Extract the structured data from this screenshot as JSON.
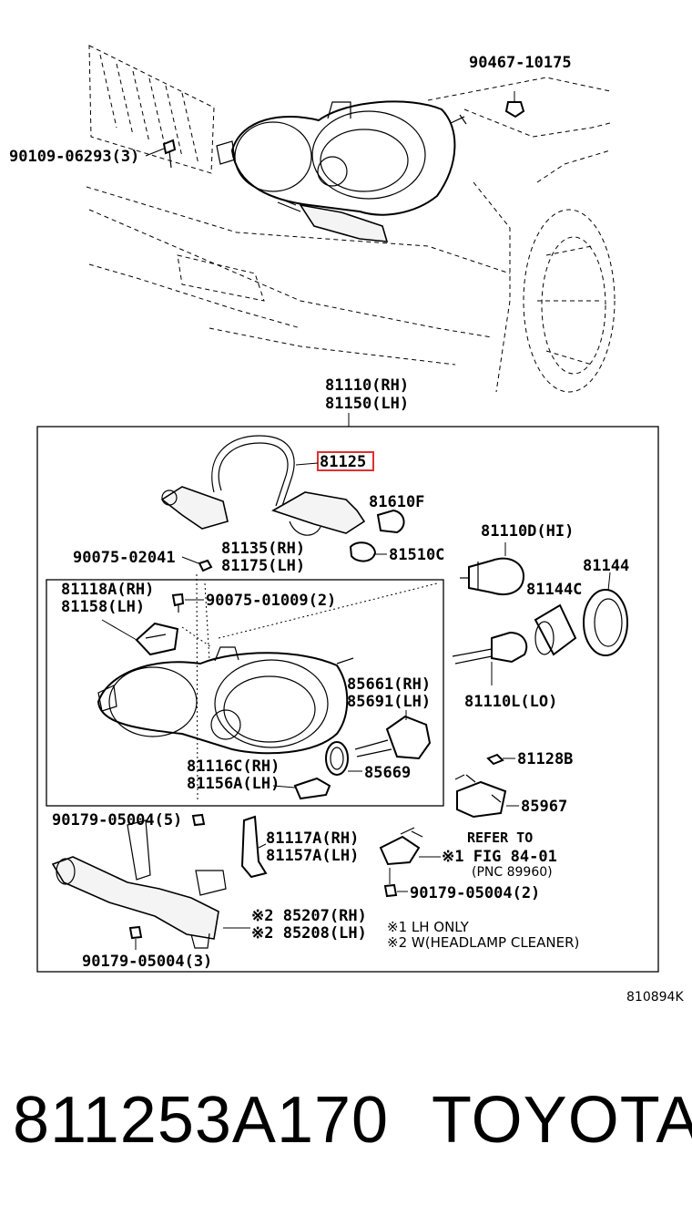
{
  "diagram": {
    "labels": {
      "l_90467": "90467-10175",
      "l_90109": "90109-06293(3)",
      "l_81110rh": "81110(RH)",
      "l_81150lh": "81150(LH)",
      "l_81125": "81125",
      "l_81610f": "81610F",
      "l_81510c": "81510C",
      "l_81110d": "81110D(HI)",
      "l_81144": "81144",
      "l_81144c": "81144C",
      "l_90075a": "90075-02041",
      "l_81135": "81135(RH)",
      "l_81175": "81175(LH)",
      "l_81118a": "81118A(RH)",
      "l_81158": "81158(LH)",
      "l_90075b": "90075-01009(2)",
      "l_85661": "85661(RH)",
      "l_85691": "85691(LH)",
      "l_81110l": "81110L(LO)",
      "l_81128b": "81128B",
      "l_81116c": "81116C(RH)",
      "l_81156a": "81156A(LH)",
      "l_85669": "85669",
      "l_85967": "85967",
      "l_90179a": "90179-05004(5)",
      "l_81117a": "81117A(RH)",
      "l_81157a": "81157A(LH)",
      "l_refer": "REFER TO",
      "l_fig": "※1 FIG 84-01",
      "l_pnc": "(PNC 89960)",
      "l_90179b": "90179-05004(2)",
      "l_85207": "※2 85207(RH)",
      "l_85208": "※2 85208(LH)",
      "l_note1": "※1 LH ONLY",
      "l_note2": "※2 W(HEADLAMP CLEANER)",
      "l_90179c": "90179-05004(3)",
      "l_code": "810894K"
    },
    "highlight_color": "#e03030"
  },
  "footer": {
    "part_number": "811253A170",
    "brand": "TOYOTA"
  }
}
